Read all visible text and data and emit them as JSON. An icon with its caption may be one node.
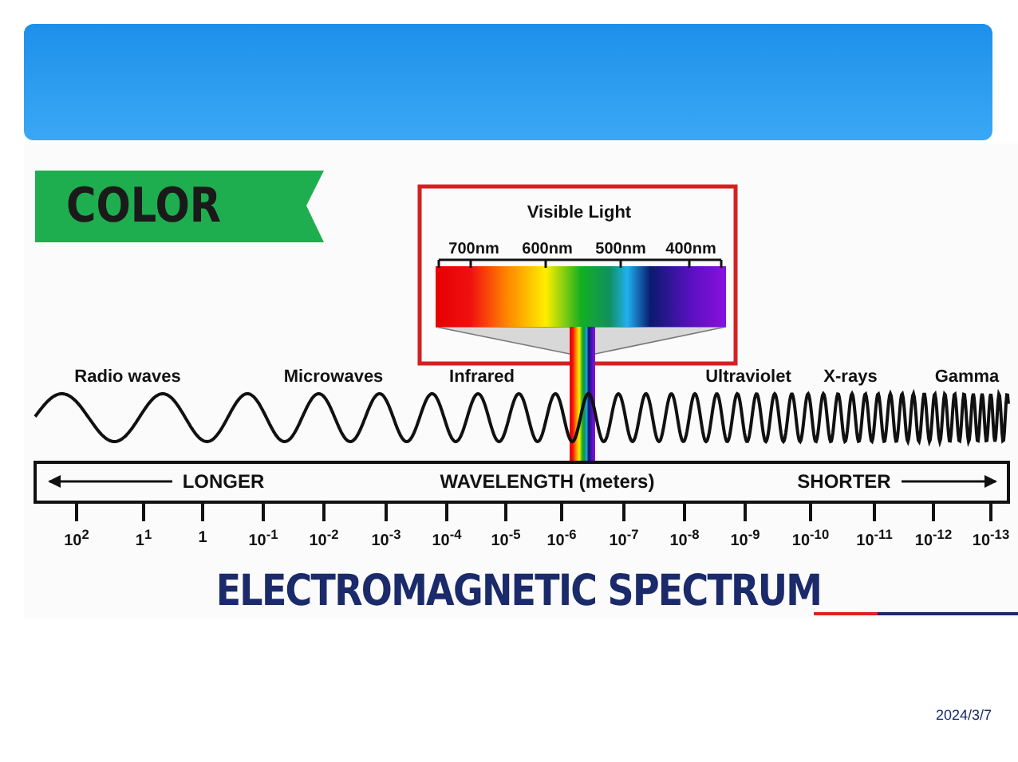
{
  "diagram": {
    "caption": "ELECTROMAGNETIC SPECTRUM",
    "labels": [
      "COLOR",
      "Visible Light",
      "700nm",
      "600nm",
      "500nm",
      "400nm",
      "Radio waves",
      "Microwaves",
      "Infrared",
      "Ultraviolet",
      "X-rays",
      "Gamma",
      "LONGER",
      "WAVELENGTH (meters)",
      "SHORTER",
      "10$^{2}$",
      "1$^{1}$",
      "1",
      "10$^{-1}$",
      "10$^{-2}$",
      "10$^{-3}$",
      "10$^{-4}$",
      "10$^{-5}$",
      "10$^{-6}$",
      "10$^{-7}$",
      "10$^{-8}$",
      "10$^{-9}$",
      "10$^{-10}$",
      "10$^{-11}$",
      "10$^{-12}$",
      "10$^{-13}$",
      "2024/3/7"
    ]
  }
}
